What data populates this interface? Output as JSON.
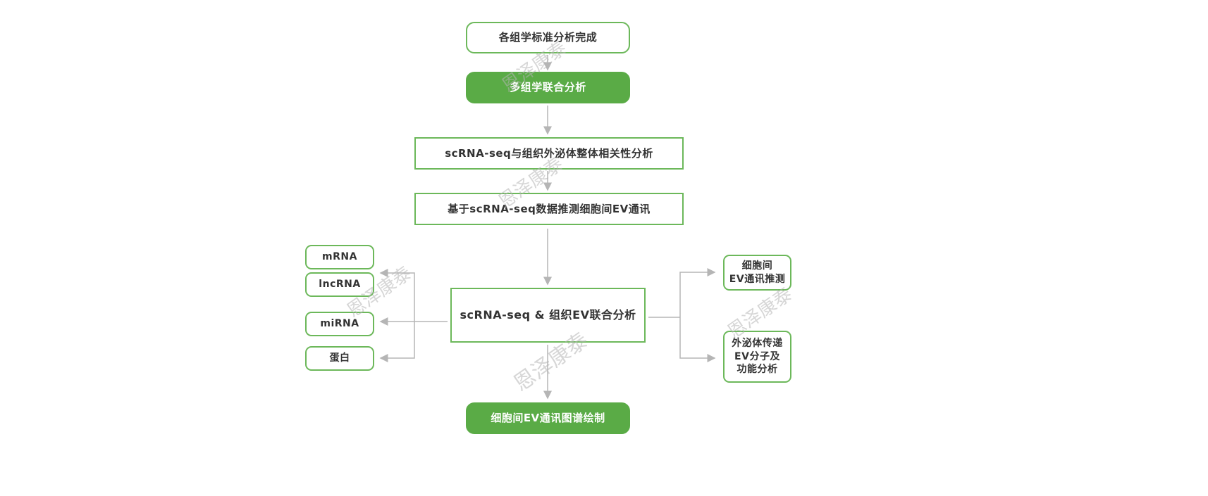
{
  "nodes": {
    "standard_analysis": "各组学标准分析完成",
    "multi_omics": "多组学联合分析",
    "correlation": "scRNA-seq与组织外泌体整体相关性分析",
    "ev_inference": "基于scRNA-seq数据推测细胞间EV通讯",
    "joint_analysis": "scRNA-seq & 组织EV联合分析",
    "mrna": "mRNA",
    "lncrna": "lncRNA",
    "mirna": "miRNA",
    "protein": "蛋白",
    "cell_ev_line1": "细胞间",
    "cell_ev_line2": "EV通讯推测",
    "exo_line1": "外泌体传递",
    "exo_line2": "EV分子及",
    "exo_line3": "功能分析",
    "map": "细胞间EV通讯图谱绘制"
  },
  "watermark": "恩泽康泰",
  "colors": {
    "accent": "#5aab46",
    "arrow": "#b5b5b5"
  }
}
